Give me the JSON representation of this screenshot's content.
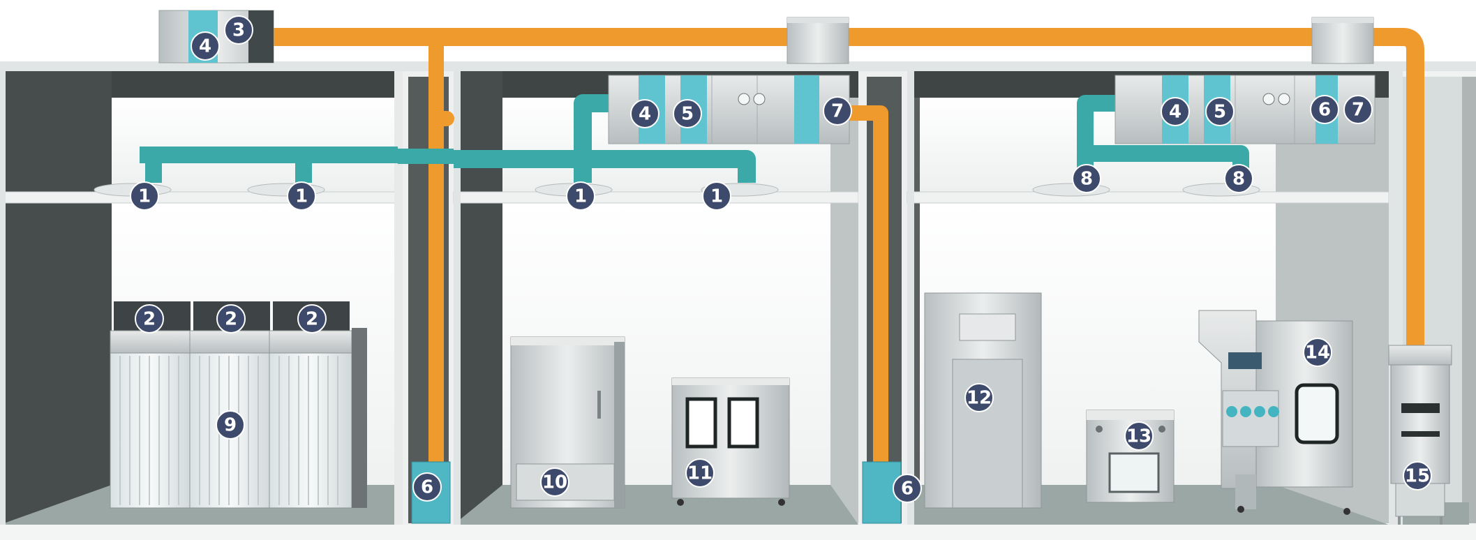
{
  "diagram": {
    "colors": {
      "duct_orange": "#ef9a2c",
      "duct_teal": "#3aa9a7",
      "filter_teal": "#5fc4cf",
      "badge": "#3d4a6b",
      "wall_dark": "#4a4f4f",
      "wall_light": "#f4f5f5",
      "floor": "#9aa6a3",
      "metal": "#cfd3d4"
    },
    "callouts": [
      {
        "id": "callout-1a",
        "label": "1"
      },
      {
        "id": "callout-1b",
        "label": "1"
      },
      {
        "id": "callout-1c",
        "label": "1"
      },
      {
        "id": "callout-1d",
        "label": "1"
      },
      {
        "id": "callout-2a",
        "label": "2"
      },
      {
        "id": "callout-2b",
        "label": "2"
      },
      {
        "id": "callout-2c",
        "label": "2"
      },
      {
        "id": "callout-3",
        "label": "3"
      },
      {
        "id": "callout-4a",
        "label": "4"
      },
      {
        "id": "callout-4b",
        "label": "4"
      },
      {
        "id": "callout-4c",
        "label": "4"
      },
      {
        "id": "callout-5a",
        "label": "5"
      },
      {
        "id": "callout-5b",
        "label": "5"
      },
      {
        "id": "callout-6a",
        "label": "6"
      },
      {
        "id": "callout-6b",
        "label": "6"
      },
      {
        "id": "callout-6c",
        "label": "6"
      },
      {
        "id": "callout-7a",
        "label": "7"
      },
      {
        "id": "callout-7b",
        "label": "7"
      },
      {
        "id": "callout-8a",
        "label": "8"
      },
      {
        "id": "callout-8b",
        "label": "8"
      },
      {
        "id": "callout-9",
        "label": "9"
      },
      {
        "id": "callout-10",
        "label": "10"
      },
      {
        "id": "callout-11",
        "label": "11"
      },
      {
        "id": "callout-12",
        "label": "12"
      },
      {
        "id": "callout-13",
        "label": "13"
      },
      {
        "id": "callout-14",
        "label": "14"
      },
      {
        "id": "callout-15",
        "label": "15"
      }
    ]
  }
}
